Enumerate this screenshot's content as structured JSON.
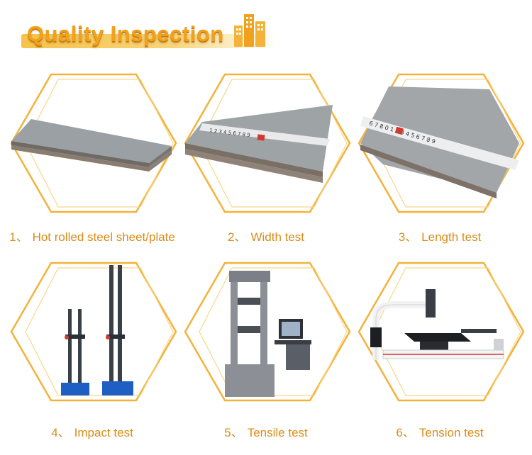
{
  "banner": {
    "title": "Quality Inspection",
    "icon": "buildings-icon"
  },
  "colors": {
    "accent": "#f3b23a",
    "caption": "#d98c1a"
  },
  "tiles": [
    {
      "number": "1、",
      "label": "Hot rolled steel sheet/plate",
      "image": "steel-plate"
    },
    {
      "number": "2、",
      "label": "Width test",
      "image": "width-measure"
    },
    {
      "number": "3、",
      "label": "Length test",
      "image": "length-measure"
    },
    {
      "number": "4、",
      "label": "Impact test",
      "image": "impact-tester"
    },
    {
      "number": "5、",
      "label": "Tensile test",
      "image": "tensile-machine"
    },
    {
      "number": "6、",
      "label": "Tension test",
      "image": "tension-table"
    }
  ]
}
